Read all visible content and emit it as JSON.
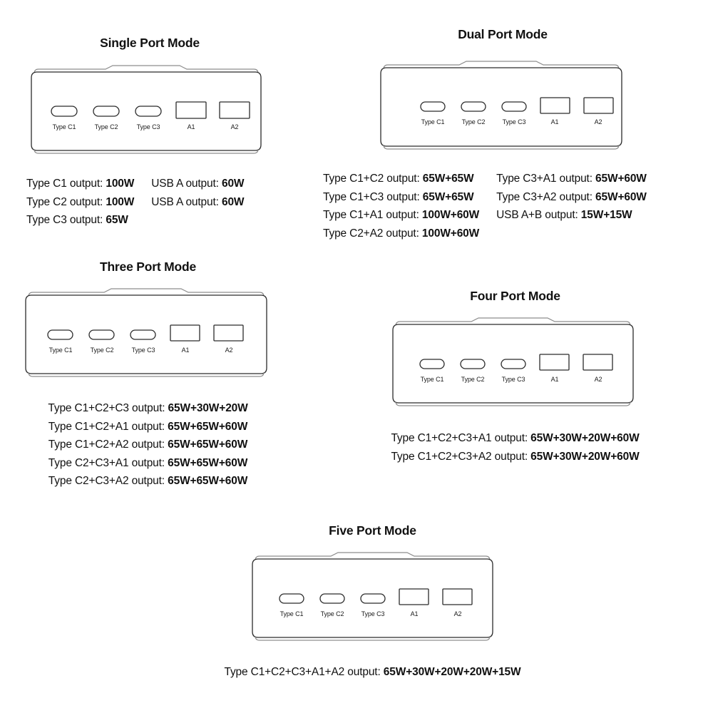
{
  "page": {
    "background": "#ffffff",
    "text_color": "#111111",
    "outline_color": "#2b2b2b",
    "lip_color": "#8d8d8d"
  },
  "port_labels": [
    "Type C1",
    "Type C2",
    "Type C3",
    "A1",
    "A2"
  ],
  "sections": [
    {
      "id": "single-port-mode",
      "title": "Single Port Mode",
      "specs_left": [
        {
          "label": "Type C1 output: ",
          "value": "100W"
        },
        {
          "label": "Type C2 output: ",
          "value": "100W"
        },
        {
          "label": "Type C3 output: ",
          "value": "65W"
        }
      ],
      "specs_right": [
        {
          "label": "USB A output: ",
          "value": "60W"
        },
        {
          "label": "USB A output: ",
          "value": "60W"
        }
      ]
    },
    {
      "id": "dual-port-mode",
      "title": "Dual Port Mode",
      "specs_left": [
        {
          "label": "Type C1+C2 output: ",
          "value": "65W+65W"
        },
        {
          "label": "Type C1+C3 output: ",
          "value": "65W+65W"
        },
        {
          "label": "Type C1+A1 output: ",
          "value": "100W+60W"
        },
        {
          "label": "Type C2+A2 output: ",
          "value": "100W+60W"
        }
      ],
      "specs_right": [
        {
          "label": "Type C3+A1 output: ",
          "value": "65W+60W"
        },
        {
          "label": "Type C3+A2 output: ",
          "value": "65W+60W"
        },
        {
          "label": "USB A+B output: ",
          "value": "15W+15W"
        }
      ]
    },
    {
      "id": "three-port-mode",
      "title": "Three Port Mode",
      "specs_left": [
        {
          "label": "Type C1+C2+C3 output: ",
          "value": "65W+30W+20W"
        },
        {
          "label": "Type C1+C2+A1 output: ",
          "value": "65W+65W+60W"
        },
        {
          "label": "Type C1+C2+A2 output: ",
          "value": "65W+65W+60W"
        },
        {
          "label": "Type C2+C3+A1 output: ",
          "value": "65W+65W+60W"
        },
        {
          "label": "Type C2+C3+A2 output: ",
          "value": "65W+65W+60W"
        }
      ],
      "specs_right": []
    },
    {
      "id": "four-port-mode",
      "title": "Four Port Mode",
      "specs_left": [
        {
          "label": "Type C1+C2+C3+A1 output: ",
          "value": "65W+30W+20W+60W"
        },
        {
          "label": "Type C1+C2+C3+A2 output: ",
          "value": "65W+30W+20W+60W"
        }
      ],
      "specs_right": []
    },
    {
      "id": "five-port-mode",
      "title": "Five Port Mode",
      "specs_left": [
        {
          "label": "Type C1+C2+C3+A1+A2 output: ",
          "value": "65W+30W+20W+20W+15W"
        }
      ],
      "specs_right": []
    }
  ]
}
